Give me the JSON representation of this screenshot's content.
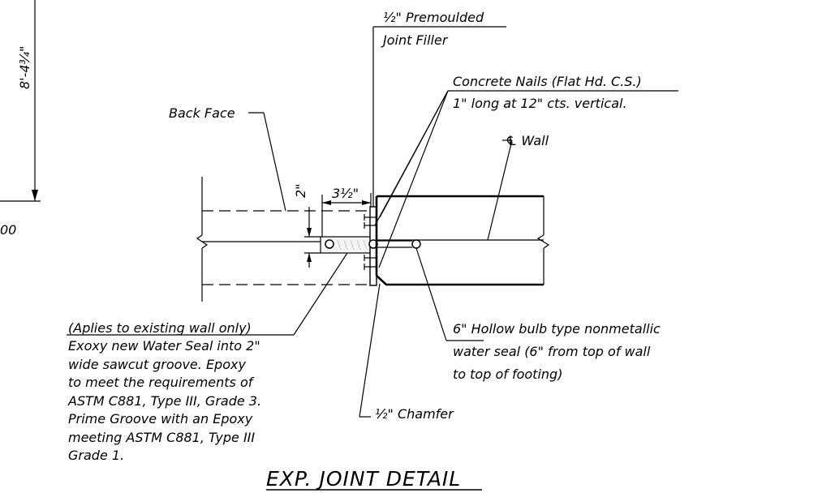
{
  "dimensions": {
    "vertical": "8'-4¾\"",
    "groove_depth": "2\"",
    "groove_width": "3½\""
  },
  "partial_text": "00",
  "labels": {
    "joint_filler_line1": "½\" Premoulded",
    "joint_filler_line2": "Joint Filler",
    "nails_line1": "Concrete Nails (Flat Hd. C.S.)",
    "nails_line2": "1\" long at 12\" cts. vertical.",
    "back_face": "Back Face",
    "center_wall": "℄ Wall",
    "chamfer": "½\" Chamfer",
    "water_seal_lines": [
      "6\" Hollow bulb type nonmetallic",
      "water seal (6\" from top of wall",
      "to top of footing)"
    ],
    "epoxy_lines": [
      "(Aplies to existing wall only)",
      "Exoxy new Water Seal into 2\"",
      "wide sawcut groove. Epoxy",
      "to meet the requirements of",
      "ASTM C881, Type III, Grade 3.",
      "Prime Groove with an Epoxy",
      "meeting ASTM C881, Type III",
      "Grade 1."
    ]
  },
  "title": "EXP. JOINT DETAIL"
}
